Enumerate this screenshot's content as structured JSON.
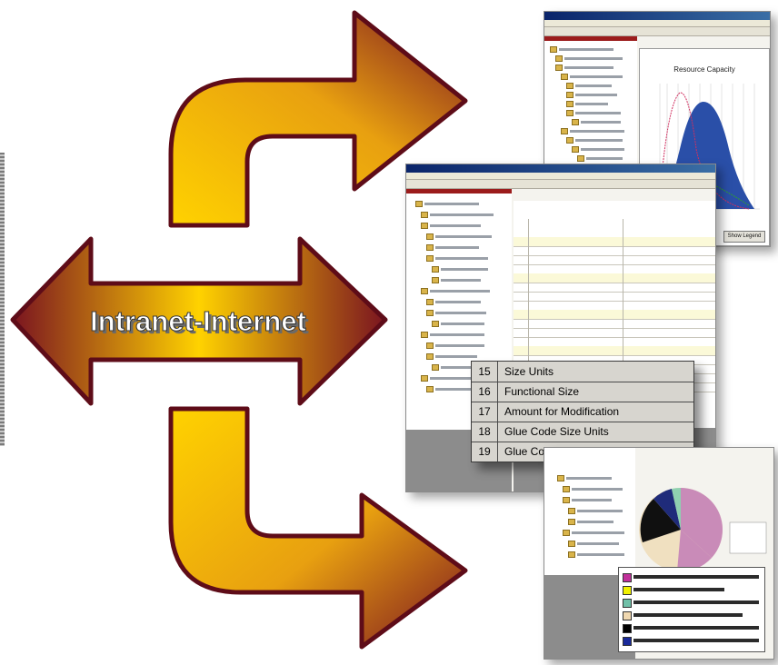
{
  "diagram": {
    "center_label": "Intranet-Internet",
    "arrow_gradient": {
      "dark": "#7a1420",
      "light": "#ffd200",
      "outline": "#5e0c18"
    }
  },
  "screenshot_top": {
    "chart_title": "Resource Capacity",
    "button_label": "Show Legend"
  },
  "callout_table": {
    "rows": [
      {
        "num": "15",
        "label": "Size Units"
      },
      {
        "num": "16",
        "label": "Functional Size"
      },
      {
        "num": "17",
        "label": "Amount for Modification"
      },
      {
        "num": "18",
        "label": "Glue Code Size Units"
      },
      {
        "num": "19",
        "label": "Glue Code Size"
      }
    ]
  },
  "screenshot_bottom": {
    "pie_colors": [
      "#c98bb8",
      "#f0e0c0",
      "#101010",
      "#1f2b7a",
      "#8fd0b0"
    ],
    "legend_colors": [
      "#c0309a",
      "#f0f000",
      "#70c0a8",
      "#f0d8b0",
      "#000000",
      "#1a2a9a"
    ]
  }
}
